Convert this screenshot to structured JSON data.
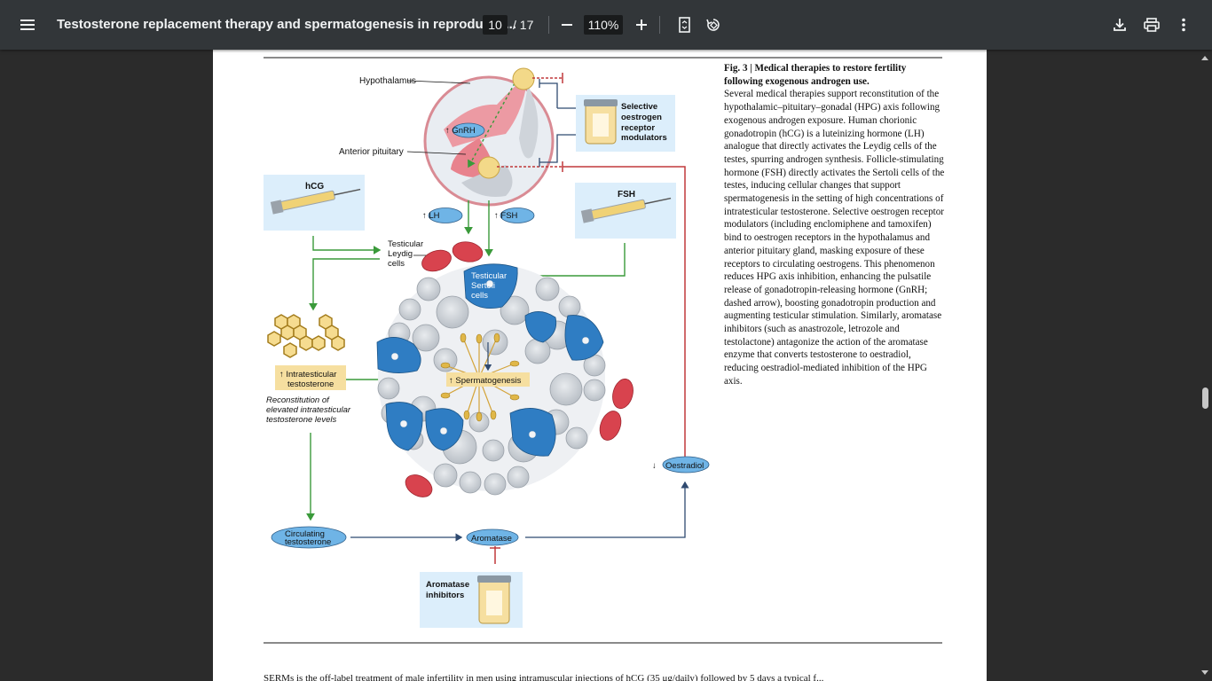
{
  "toolbar": {
    "title": "Testosterone replacement therapy and spermatogenesis in reproductiv...",
    "current_page": "10",
    "page_total": "/ 17",
    "zoom": "110%",
    "icons": [
      "menu-icon",
      "zoom-out-icon",
      "zoom-in-icon",
      "fit-page-icon",
      "rotate-icon",
      "download-icon",
      "print-icon",
      "more-icon"
    ]
  },
  "figure": {
    "labels": {
      "hypothalamus": "Hypothalamus",
      "anterior_pituitary": "Anterior pituitary",
      "gnrh": "↑ GnRH",
      "lh": "↑ LH",
      "fsh_hormone": "↑ FSH",
      "serm": [
        "Selective",
        "oestrogen",
        "receptor",
        "modulators"
      ],
      "hcg": "hCG",
      "fsh_box": "FSH",
      "leydig": [
        "Testicular",
        "Leydig",
        "cells"
      ],
      "sertoli": [
        "Testicular",
        "Sertoli",
        "cells"
      ],
      "intratesticular": [
        "↑ Intratesticular",
        "testosterone"
      ],
      "spermatogenesis": "↑ Spermatogenesis",
      "reconstitution": [
        "Reconstitution of",
        "elevated intratesticular",
        "testosterone levels"
      ],
      "oestradiol": "Oestradiol",
      "oestradiol_arrow": "↓",
      "circulating": [
        "Circulating",
        "testosterone"
      ],
      "aromatase": "Aromatase",
      "aromatase_inhibitors": [
        "Aromatase",
        "inhibitors"
      ]
    }
  },
  "caption": {
    "title": "Fig. 3 | Medical therapies to restore fertility following exogenous androgen use.",
    "body": "Several medical therapies support reconstitution of the hypothalamic–pituitary–gonadal (HPG) axis following exogenous androgen exposure. Human chorionic gonadotropin (hCG) is a luteinizing hormone (LH) analogue that directly activates the Leydig cells of the testes, spurring androgen synthesis. Follicle-stimulating hormone (FSH) directly activates the Sertoli cells of the testes, inducing cellular changes that support spermatogenesis in the setting of high concentrations of intratesticular testosterone. Selective oestrogen receptor modulators (including enclomiphene and tamoxifen) bind to oestrogen receptors in the hypothalamus and anterior pituitary gland, masking exposure of these receptors to circulating oestrogens. This phenomenon reduces HPG axis inhibition, enhancing the pulsatile release of gonadotropin-releasing hormone (GnRH; dashed arrow), boosting gonadotropin production and augmenting testicular stimulation. Similarly, aromatase inhibitors (such as anastrozole, letrozole and testolactone) antagonize the action of the aromatase enzyme that converts testosterone to oestradiol, reducing oestradiol-mediated inhibition of the HPG axis."
  },
  "body_text": {
    "partial_line": "SERMs is the off-label treatment of male infertility in men using intramuscular injections of hCG (35 μg/daily) followed by 5 days a typical f..."
  },
  "colors": {
    "toolbar": "#323639",
    "background": "#525659",
    "green_arrow": "#3a9a3a",
    "red_inhibit": "#c0393b",
    "navy_arrow": "#2f4a70",
    "cell_blue": "#2f7dc3",
    "oval_blue": "#6fb4e6",
    "box_blue": "#dceefb",
    "box_yellow": "#f6dfa0"
  }
}
